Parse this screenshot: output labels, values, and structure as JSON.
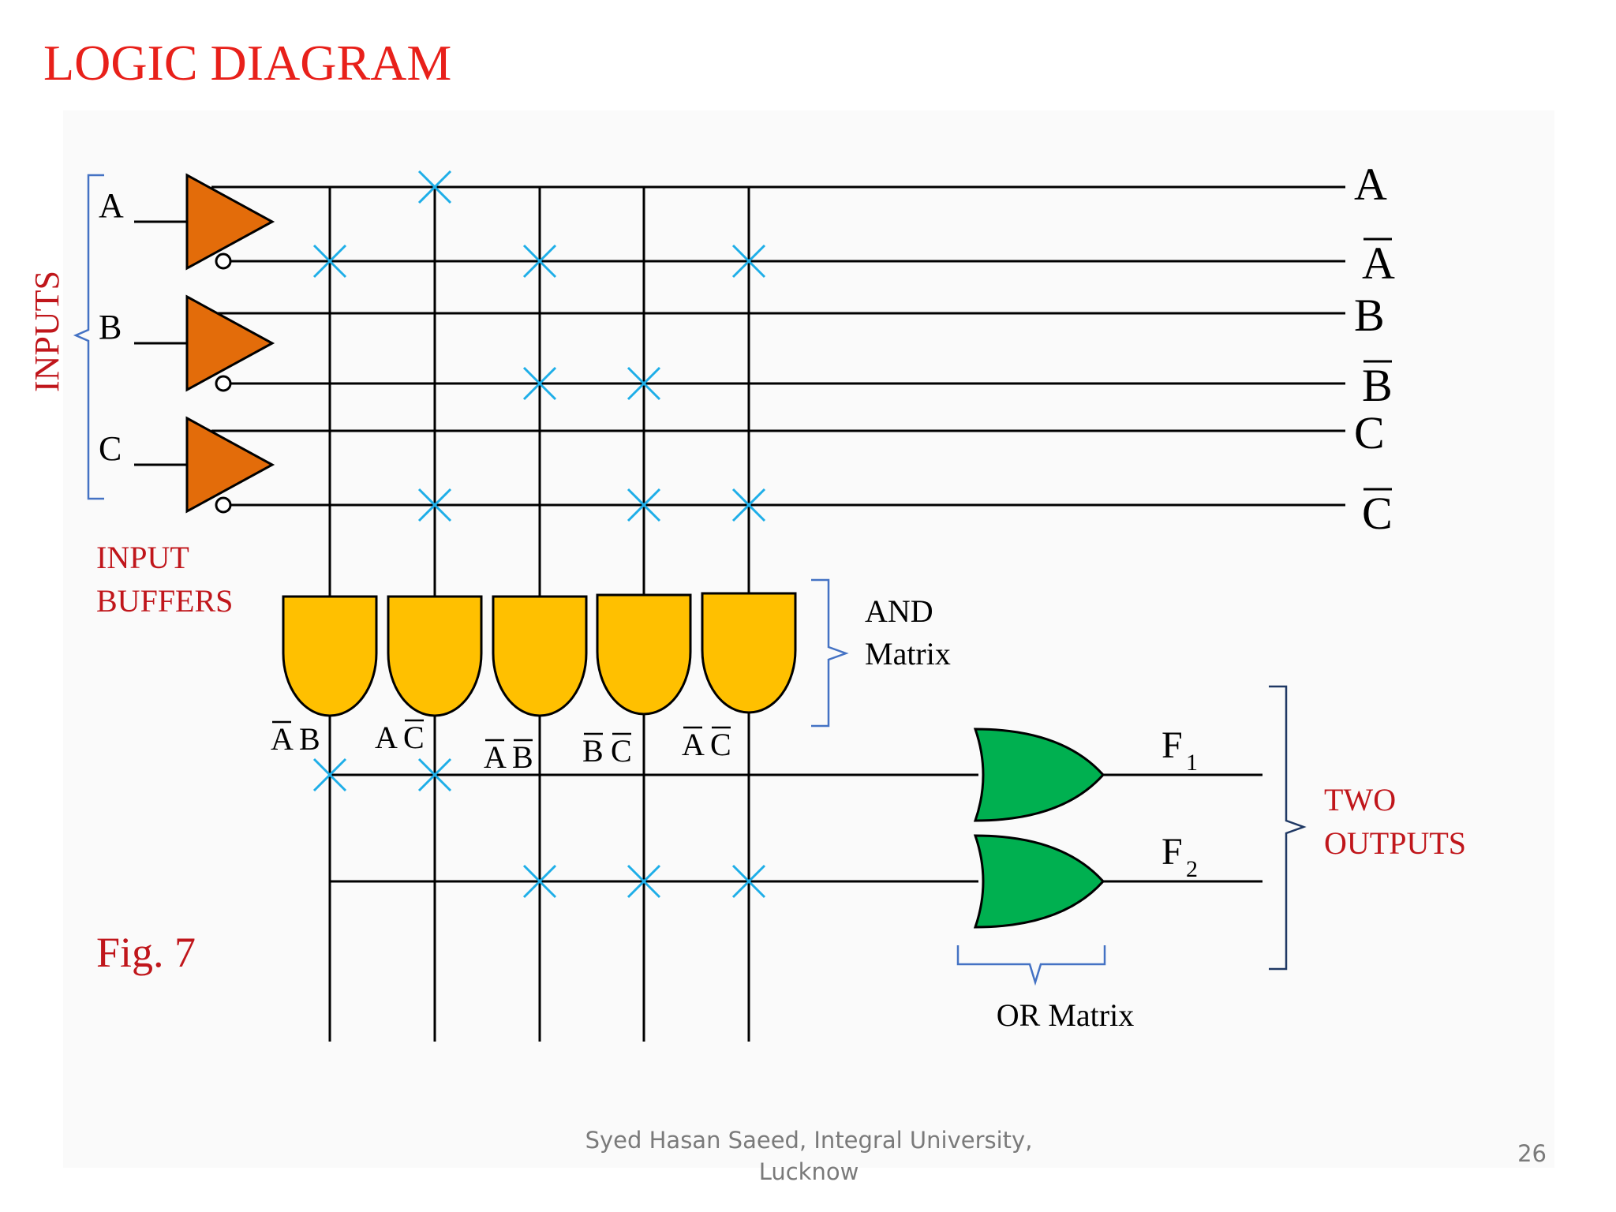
{
  "slide": {
    "title": "LOGIC DIAGRAM",
    "figure_label": "Fig. 7",
    "author": "Syed Hasan Saeed, Integral University, Lucknow",
    "page_number": "26"
  },
  "labels": {
    "inputs": "INPUTS",
    "input_buffers_line1": "INPUT",
    "input_buffers_line2": "BUFFERS",
    "and_matrix_line1": "AND",
    "and_matrix_line2": "Matrix",
    "or_matrix": "OR Matrix",
    "two_outputs_line1": "TWO",
    "two_outputs_line2": "OUTPUTS"
  },
  "inputs": [
    "A",
    "B",
    "C"
  ],
  "input_lines": [
    {
      "letter": "A",
      "complemented": false
    },
    {
      "letter": "A",
      "complemented": true
    },
    {
      "letter": "B",
      "complemented": false
    },
    {
      "letter": "B",
      "complemented": true
    },
    {
      "letter": "C",
      "complemented": false
    },
    {
      "letter": "C",
      "complemented": true
    }
  ],
  "and_terms": [
    {
      "literals": [
        {
          "letter": "A",
          "bar": true
        },
        {
          "letter": "B",
          "bar": false
        }
      ]
    },
    {
      "literals": [
        {
          "letter": "A",
          "bar": false
        },
        {
          "letter": "C",
          "bar": true
        }
      ]
    },
    {
      "literals": [
        {
          "letter": "A",
          "bar": true
        },
        {
          "letter": "B",
          "bar": true
        }
      ]
    },
    {
      "literals": [
        {
          "letter": "B",
          "bar": true
        },
        {
          "letter": "C",
          "bar": true
        }
      ]
    },
    {
      "literals": [
        {
          "letter": "A",
          "bar": true
        },
        {
          "letter": "C",
          "bar": true
        }
      ]
    }
  ],
  "and_connections": [
    [
      1
    ],
    [
      0,
      5
    ],
    [
      1,
      3
    ],
    [
      3,
      5
    ],
    [
      1,
      5
    ]
  ],
  "outputs": [
    {
      "name": "F",
      "subscript": "1",
      "terms": [
        0,
        1
      ]
    },
    {
      "name": "F",
      "subscript": "2",
      "terms": [
        2,
        3,
        4
      ]
    }
  ],
  "colors": {
    "title": "#e8201a",
    "label_red": "#c0161b",
    "buffer": "#e36c0a",
    "and_gate": "#ffc000",
    "or_gate": "#00b050",
    "cross": "#1eaee8",
    "brace_blue": "#4472c4",
    "brace_navy": "#1f3864",
    "footer": "#7a7a7a"
  },
  "icons": {
    "buffer": "triangle-buffer-icon",
    "and_gate": "and-gate-icon",
    "or_gate": "or-gate-icon",
    "connection": "x-cross-icon"
  }
}
